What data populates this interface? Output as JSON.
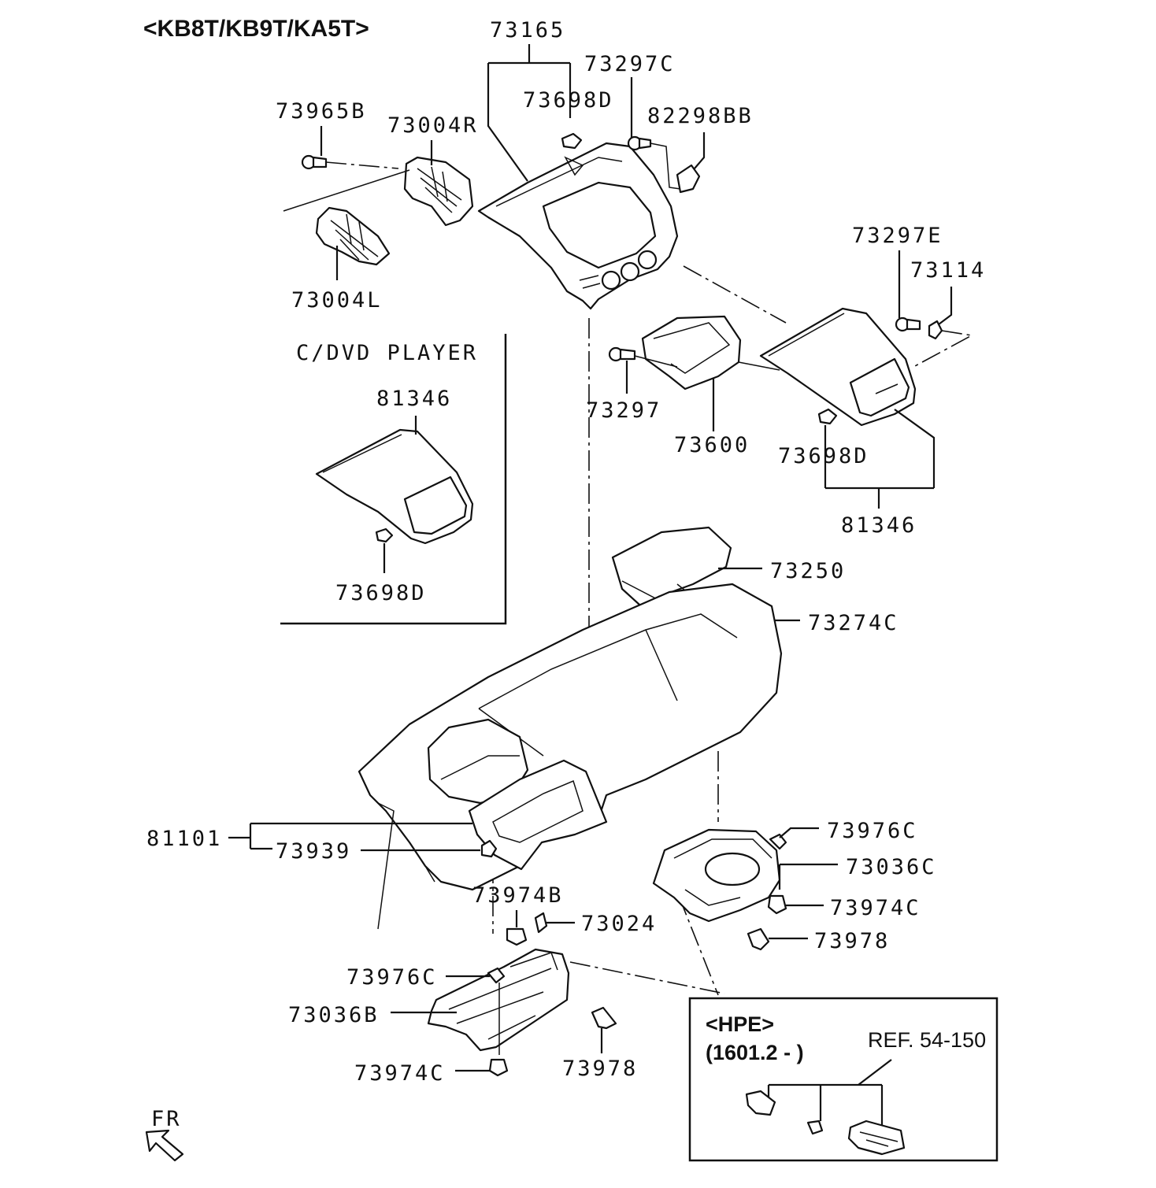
{
  "header": {
    "title": "<KB8T/KB9T/KA5T>"
  },
  "inset_cdvd": {
    "title": "C/DVD PLAYER",
    "top_label": "81346",
    "bottom_label": "73698D"
  },
  "inset_hpe": {
    "title": "<HPE>",
    "serial": "(1601.2 - )",
    "ref": "REF. 54-150"
  },
  "labels": {
    "p73165": "73165",
    "p73297C": "73297C",
    "p73698D_top": "73698D",
    "p82298BB": "82298BB",
    "p73965B": "73965B",
    "p73004R": "73004R",
    "p73004L": "73004L",
    "p73297E": "73297E",
    "p73114": "73114",
    "p73297": "73297",
    "p73600": "73600",
    "p73698D_right": "73698D",
    "p81346_right": "81346",
    "p73250": "73250",
    "p73274C": "73274C",
    "p81101": "81101",
    "p73939": "73939",
    "p73974B": "73974B",
    "p73024": "73024",
    "p73976C_left": "73976C",
    "p73036B": "73036B",
    "p73974C_bottom": "73974C",
    "p73978_bottom": "73978",
    "p73976C_right": "73976C",
    "p73036C": "73036C",
    "p73974C_right": "73974C",
    "p73978_right": "73978"
  },
  "direction": {
    "label": "FR"
  }
}
